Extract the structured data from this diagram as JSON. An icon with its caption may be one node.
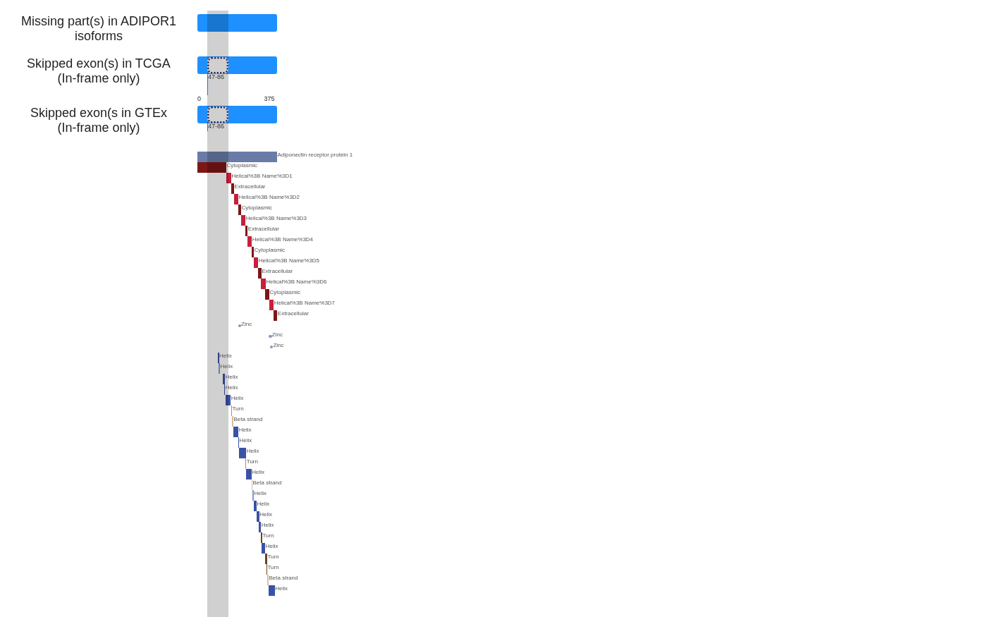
{
  "diagram": {
    "nodes": [
      {
        "text": [],
        "shape": "bar",
        "beside": [
          "Missing part(s) in ADIPOR1 isoforms"
        ]
      },
      {
        "text": [],
        "shape": "bar",
        "beside": [
          "Skipped exon(s) in TCGA (In-frame only)"
        ]
      },
      {
        "text": [],
        "shape": "box",
        "in": 1,
        "beside": [
          "47-86"
        ]
      },
      {
        "text": [],
        "shape": "bar",
        "beside": [
          "Skipped exon(s in GTEx (In-frame only)"
        ]
      },
      {
        "text": [],
        "shape": "box",
        "in": 3,
        "beside": [
          "47-86"
        ]
      },
      {
        "text": [],
        "shape": "bar",
        "beside": [
          "Adiponectin receptor protein 1"
        ]
      },
      {
        "text": [],
        "shape": "bar",
        "beside": [
          "Cytoplasmic"
        ]
      },
      {
        "text": [],
        "shape": "bar",
        "beside": [
          "Helical%3B Name%3D1"
        ]
      },
      {
        "text": [],
        "shape": "bar",
        "beside": [
          "Extracellular"
        ]
      },
      {
        "text": [],
        "shape": "bar",
        "beside": [
          "Helical%3B Name%3D2"
        ]
      },
      {
        "text": [],
        "shape": "bar",
        "beside": [
          "Cytoplasmic"
        ]
      },
      {
        "text": [],
        "shape": "bar",
        "beside": [
          "Helical%3B Name%3D3"
        ]
      },
      {
        "text": [],
        "shape": "bar",
        "beside": [
          "Extracellular"
        ]
      },
      {
        "text": [],
        "shape": "bar",
        "beside": [
          "Helical%3B Name%3D4"
        ]
      },
      {
        "text": [],
        "shape": "bar",
        "beside": [
          "Cytoplasmic"
        ]
      },
      {
        "text": [],
        "shape": "bar",
        "beside": [
          "Helical%3B Name%3D5"
        ]
      },
      {
        "text": [],
        "shape": "bar",
        "beside": [
          "Extracellular"
        ]
      },
      {
        "text": [],
        "shape": "bar",
        "beside": [
          "Helical%3B Name%3D6"
        ]
      },
      {
        "text": [],
        "shape": "bar",
        "beside": [
          "Cytoplasmic"
        ]
      },
      {
        "text": [],
        "shape": "bar",
        "beside": [
          "Helical%3B Name%3D7"
        ]
      },
      {
        "text": [],
        "shape": "bar",
        "beside": [
          "Extracellular"
        ]
      },
      {
        "text": [],
        "shape": "circle",
        "beside": [
          "Zinc"
        ]
      },
      {
        "text": [],
        "shape": "circle",
        "beside": [
          "Zinc"
        ]
      },
      {
        "text": [],
        "shape": "circle",
        "beside": [
          "Zinc"
        ]
      },
      {
        "text": [],
        "shape": "bar",
        "beside": [
          "Helix"
        ]
      },
      {
        "text": [],
        "shape": "bar",
        "beside": [
          "Helix"
        ]
      },
      {
        "text": [],
        "shape": "bar",
        "beside": [
          "Helix"
        ]
      },
      {
        "text": [],
        "shape": "bar",
        "beside": [
          "Helix"
        ]
      },
      {
        "text": [],
        "shape": "bar",
        "beside": [
          "Helix"
        ]
      },
      {
        "text": [],
        "shape": "bar",
        "beside": [
          "Turn"
        ]
      },
      {
        "text": [],
        "shape": "bar",
        "beside": [
          "Beta strand"
        ]
      },
      {
        "text": [],
        "shape": "bar",
        "beside": [
          "Helix"
        ]
      },
      {
        "text": [],
        "shape": "bar",
        "beside": [
          "Helix"
        ]
      },
      {
        "text": [],
        "shape": "bar",
        "beside": [
          "Helix"
        ]
      },
      {
        "text": [],
        "shape": "bar",
        "beside": [
          "Turn"
        ]
      },
      {
        "text": [],
        "shape": "bar",
        "beside": [
          "Helix"
        ]
      },
      {
        "text": [],
        "shape": "bar",
        "beside": [
          "Beta strand"
        ]
      },
      {
        "text": [],
        "shape": "bar",
        "beside": [
          "Helix"
        ]
      },
      {
        "text": [],
        "shape": "bar",
        "beside": [
          "Helix"
        ]
      },
      {
        "text": [],
        "shape": "bar",
        "beside": [
          "Helix"
        ]
      },
      {
        "text": [],
        "shape": "bar",
        "beside": [
          "Helix"
        ]
      },
      {
        "text": [],
        "shape": "bar",
        "beside": [
          "Turn"
        ]
      },
      {
        "text": [],
        "shape": "bar",
        "beside": [
          "Helix"
        ]
      },
      {
        "text": [],
        "shape": "bar",
        "beside": [
          "Turn"
        ]
      },
      {
        "text": [],
        "shape": "bar",
        "beside": [
          "Turn"
        ]
      },
      {
        "text": [],
        "shape": "bar",
        "beside": [
          "Beta strand"
        ]
      },
      {
        "text": [],
        "shape": "bar",
        "beside": [
          "Helix"
        ]
      }
    ],
    "labels": [
      "0",
      "375"
    ]
  }
}
